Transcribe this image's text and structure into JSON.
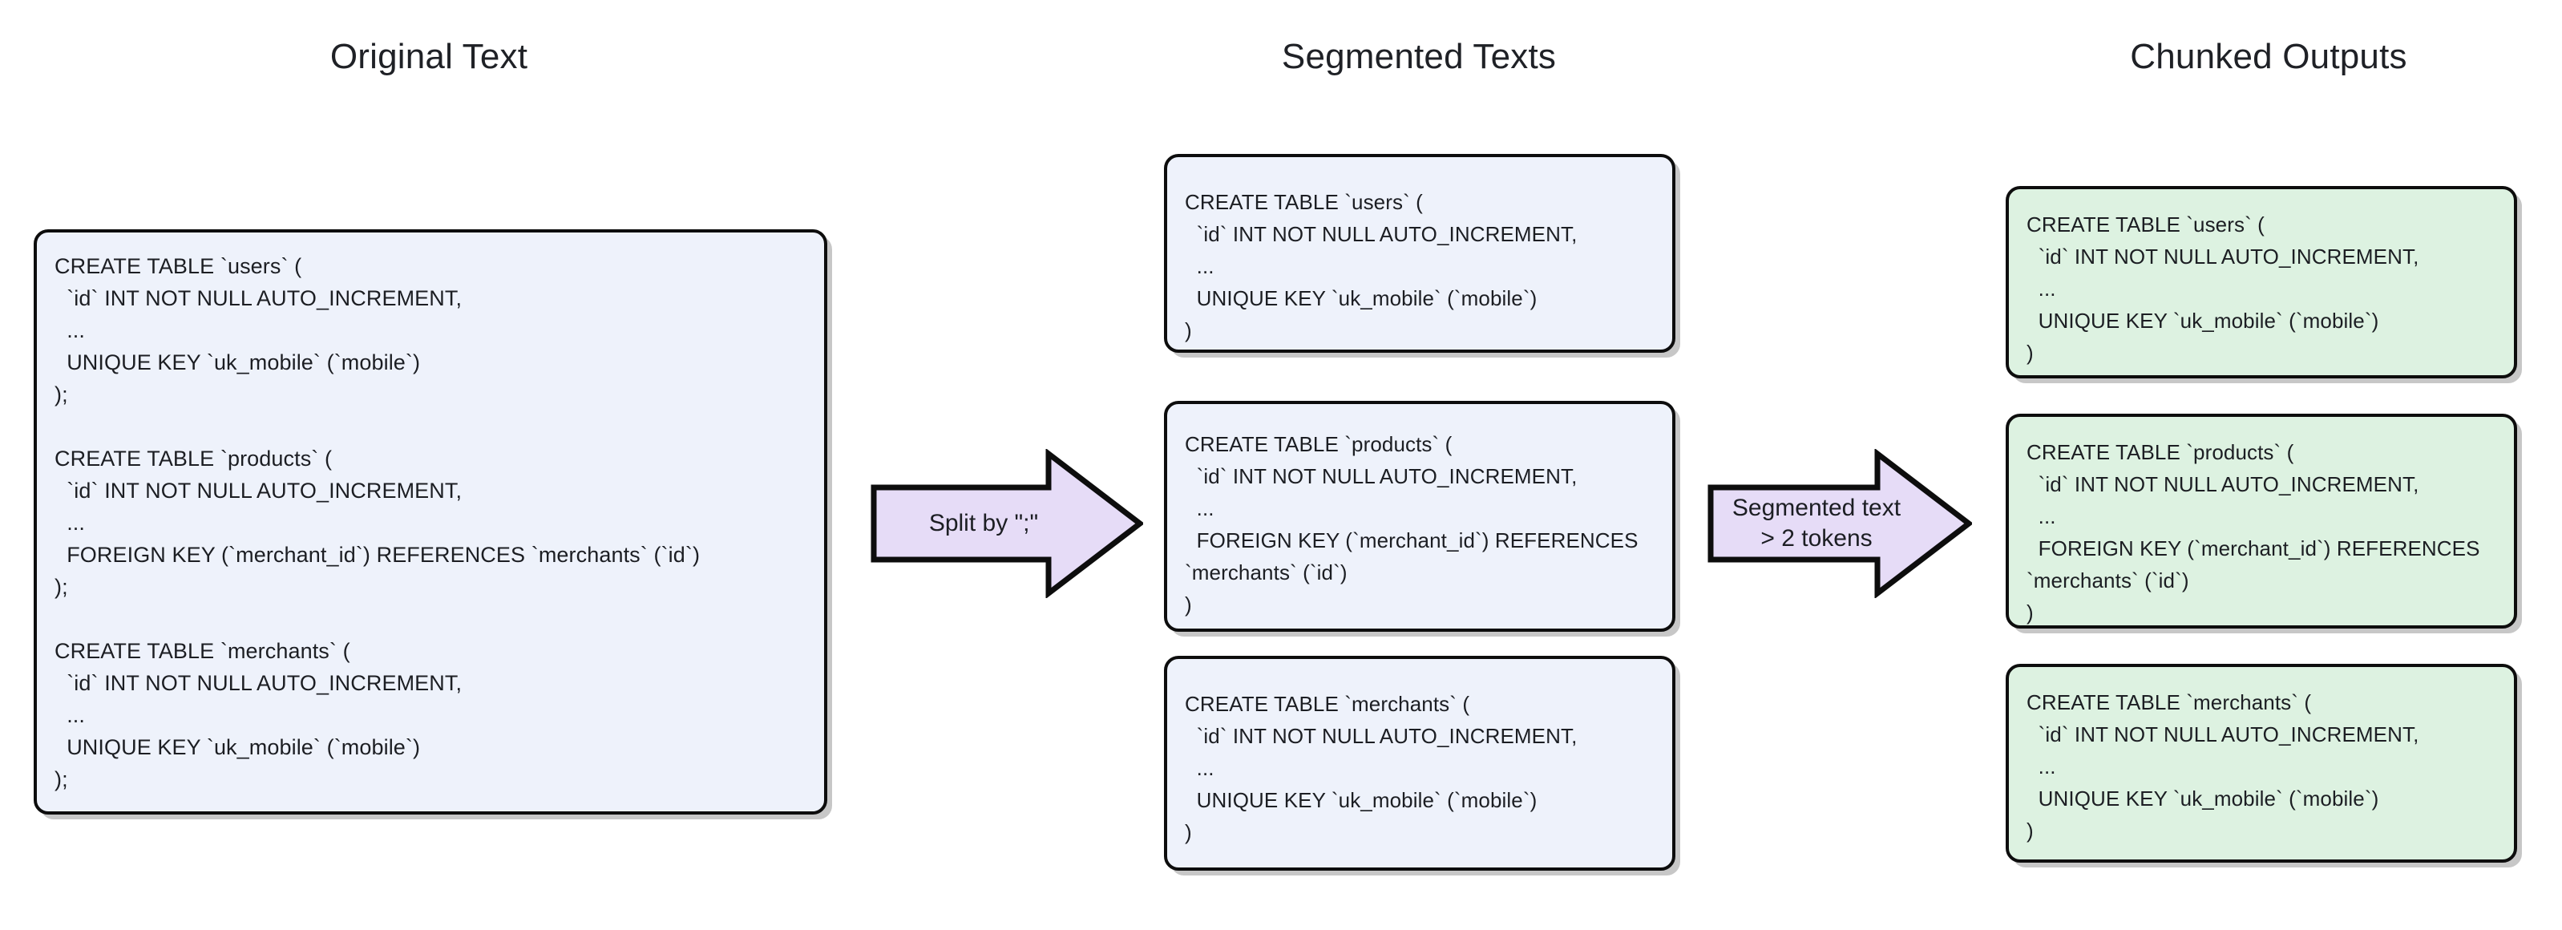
{
  "columns": {
    "original_title": "Original Text",
    "segmented_title": "Segmented Texts",
    "chunked_title": "Chunked Outputs"
  },
  "original_text": "CREATE TABLE `users` (\n  `id` INT NOT NULL AUTO_INCREMENT,\n  ...\n  UNIQUE KEY `uk_mobile` (`mobile`)\n);\n\nCREATE TABLE `products` (\n  `id` INT NOT NULL AUTO_INCREMENT,\n  ...\n  FOREIGN KEY (`merchant_id`) REFERENCES `merchants` (`id`)\n);\n\nCREATE TABLE `merchants` (\n  `id` INT NOT NULL AUTO_INCREMENT,\n  ...\n  UNIQUE KEY `uk_mobile` (`mobile`)\n);",
  "segmented_texts": [
    "CREATE TABLE `users` (\n  `id` INT NOT NULL AUTO_INCREMENT,\n  ...\n  UNIQUE KEY `uk_mobile` (`mobile`)\n)",
    "CREATE TABLE `products` (\n  `id` INT NOT NULL AUTO_INCREMENT,\n  ...\n  FOREIGN KEY (`merchant_id`) REFERENCES `merchants` (`id`)\n)",
    "CREATE TABLE `merchants` (\n  `id` INT NOT NULL AUTO_INCREMENT,\n  ...\n  UNIQUE KEY `uk_mobile` (`mobile`)\n)"
  ],
  "chunked_outputs": [
    "CREATE TABLE `users` (\n  `id` INT NOT NULL AUTO_INCREMENT,\n  ...\n  UNIQUE KEY `uk_mobile` (`mobile`)\n)",
    "CREATE TABLE `products` (\n  `id` INT NOT NULL AUTO_INCREMENT,\n  ...\n  FOREIGN KEY (`merchant_id`) REFERENCES `merchants` (`id`)\n)",
    "CREATE TABLE `merchants` (\n  `id` INT NOT NULL AUTO_INCREMENT,\n  ...\n  UNIQUE KEY `uk_mobile` (`mobile`)\n)"
  ],
  "arrows": {
    "split": "Split by \";\"",
    "tokens_line1": "Segmented text",
    "tokens_line2": "> 2 tokens"
  },
  "colors": {
    "background": "#ffffff",
    "card_blue_fill": "#eef2fb",
    "card_green_fill": "#ddf2e1",
    "card_border": "#0d0d0d",
    "arrow_fill": "#e6dcf7",
    "arrow_border": "#0d0d0d",
    "text": "#1c1e23"
  }
}
